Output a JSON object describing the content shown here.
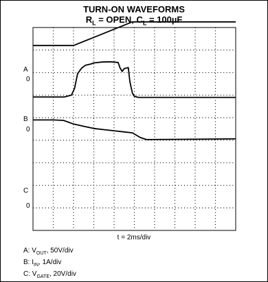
{
  "chart_data": {
    "type": "line",
    "title": "TURN-ON WAVEFORMS",
    "subtitle": {
      "rl_main": "R",
      "rl_sub": "L",
      "rl_rest": " = OPEN, ",
      "cl_main": "C",
      "cl_sub": "L",
      "cl_rest": " = 100µF"
    },
    "xlabel": "t = 2ms/div",
    "grid": true,
    "divisions": {
      "x": 10,
      "y": 9
    },
    "channel_labels": [
      {
        "letter": "A",
        "zero": "0"
      },
      {
        "letter": "B",
        "zero": "0"
      },
      {
        "letter": "C",
        "zero": "0"
      }
    ],
    "series": [
      {
        "name": "A",
        "x_div": [
          0,
          2.0,
          4.9,
          10
        ],
        "y_div": [
          8.2,
          8.2,
          9.25,
          9.25
        ]
      },
      {
        "name": "B",
        "x_div": [
          0,
          1.55,
          1.9,
          2.05,
          2.2,
          2.4,
          2.6,
          2.85,
          3.0,
          3.4,
          3.8,
          4.2,
          4.3,
          4.4,
          4.5,
          4.7,
          4.78,
          4.9,
          5.0,
          5.2,
          5.6,
          6.5,
          8.0,
          10
        ],
        "y_div": [
          5.92,
          5.92,
          6.0,
          6.3,
          6.95,
          7.2,
          7.33,
          7.38,
          7.43,
          7.47,
          7.48,
          7.45,
          7.2,
          7.05,
          7.18,
          7.22,
          6.6,
          6.1,
          5.95,
          5.9,
          5.9,
          5.9,
          5.9,
          5.9
        ]
      },
      {
        "name": "C",
        "x_div": [
          0,
          1.0,
          1.5,
          2.0,
          2.5,
          3.0,
          3.5,
          4.0,
          4.5,
          4.9,
          5.3,
          5.6,
          7.0,
          8.5,
          10
        ],
        "y_div": [
          4.9,
          4.9,
          4.88,
          4.72,
          4.62,
          4.52,
          4.47,
          4.42,
          4.37,
          4.33,
          4.12,
          4.03,
          4.04,
          4.05,
          4.06
        ]
      }
    ],
    "legend": [
      {
        "prefix": "A: ",
        "main": "V",
        "sub": "OUT",
        "suffix": ", 50V/div"
      },
      {
        "prefix": "B: ",
        "main": "I",
        "sub": "IN",
        "suffix": ", 1A/div"
      },
      {
        "prefix": "C: ",
        "main": "V",
        "sub": "GATE",
        "suffix": ", 20V/div"
      }
    ],
    "colors": {
      "trace": "#000000",
      "grid": "#000000"
    }
  }
}
